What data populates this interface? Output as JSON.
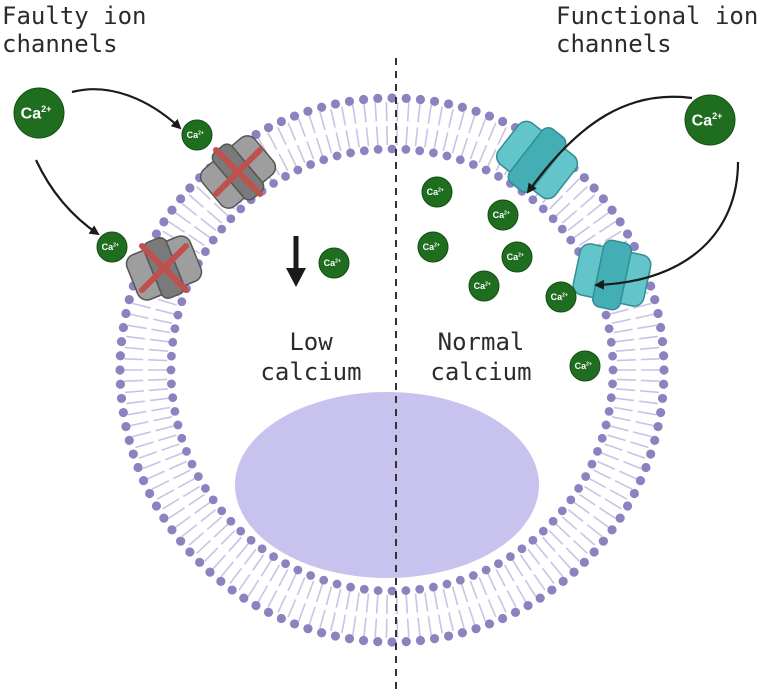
{
  "labels": {
    "faulty_line1": "Faulty ion",
    "faulty_line2": "channels",
    "functional_line1": "Functional ion",
    "functional_line2": "channels",
    "low_line1": "Low",
    "low_line2": "calcium",
    "normal_line1": "Normal",
    "normal_line2": "calcium"
  },
  "ion": {
    "symbol": "Ca",
    "charge": "2+"
  },
  "colors": {
    "membrane_head": "#8c82c0",
    "membrane_tail": "#c9c3e6",
    "nucleus": "#c8c3ee",
    "ion": "#1f6e1f",
    "faulty_channel": "#9a9a9a",
    "cross": "#c0504d",
    "functional_channel": "#63c5c9"
  },
  "icons": {
    "down_arrow": "down-arrow-icon",
    "cross": "cross-icon"
  }
}
